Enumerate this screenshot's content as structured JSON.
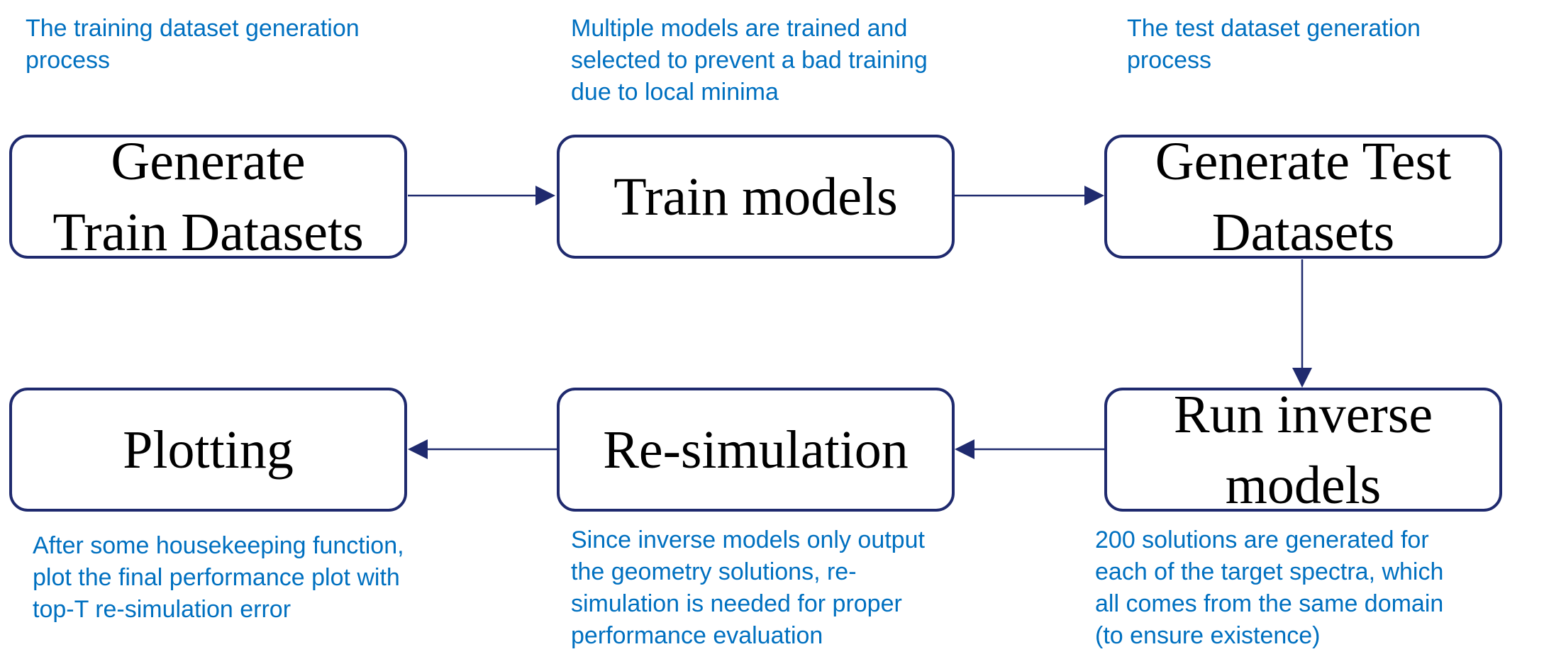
{
  "colors": {
    "annotation_text": "#0070c0",
    "box_border": "#1f2a6e",
    "arrow": "#1f2a6e",
    "box_text": "#000000"
  },
  "nodes": {
    "generate_train": "Generate\nTrain Datasets",
    "train_models": "Train models",
    "generate_test": "Generate Test\nDatasets",
    "run_inverse": "Run inverse\nmodels",
    "resimulation": "Re-simulation",
    "plotting": "Plotting"
  },
  "annotations": {
    "generate_train": "The training dataset generation\nprocess",
    "train_models": "Multiple models are trained and\nselected to prevent a bad training\ndue to local minima",
    "generate_test": "The test dataset generation\nprocess",
    "plotting": "After some housekeeping function,\nplot the final performance plot with\ntop-T re-simulation error",
    "resimulation": "Since inverse models only output\nthe geometry solutions, re-\nsimulation is needed for proper\nperformance evaluation",
    "run_inverse": "200 solutions are generated for\neach of the target spectra, which\nall comes from the same domain\n(to ensure existence)"
  },
  "edges": [
    {
      "from": "Generate Train Datasets",
      "to": "Train models"
    },
    {
      "from": "Train models",
      "to": "Generate Test Datasets"
    },
    {
      "from": "Generate Test Datasets",
      "to": "Run inverse models"
    },
    {
      "from": "Run inverse models",
      "to": "Re-simulation"
    },
    {
      "from": "Re-simulation",
      "to": "Plotting"
    }
  ]
}
